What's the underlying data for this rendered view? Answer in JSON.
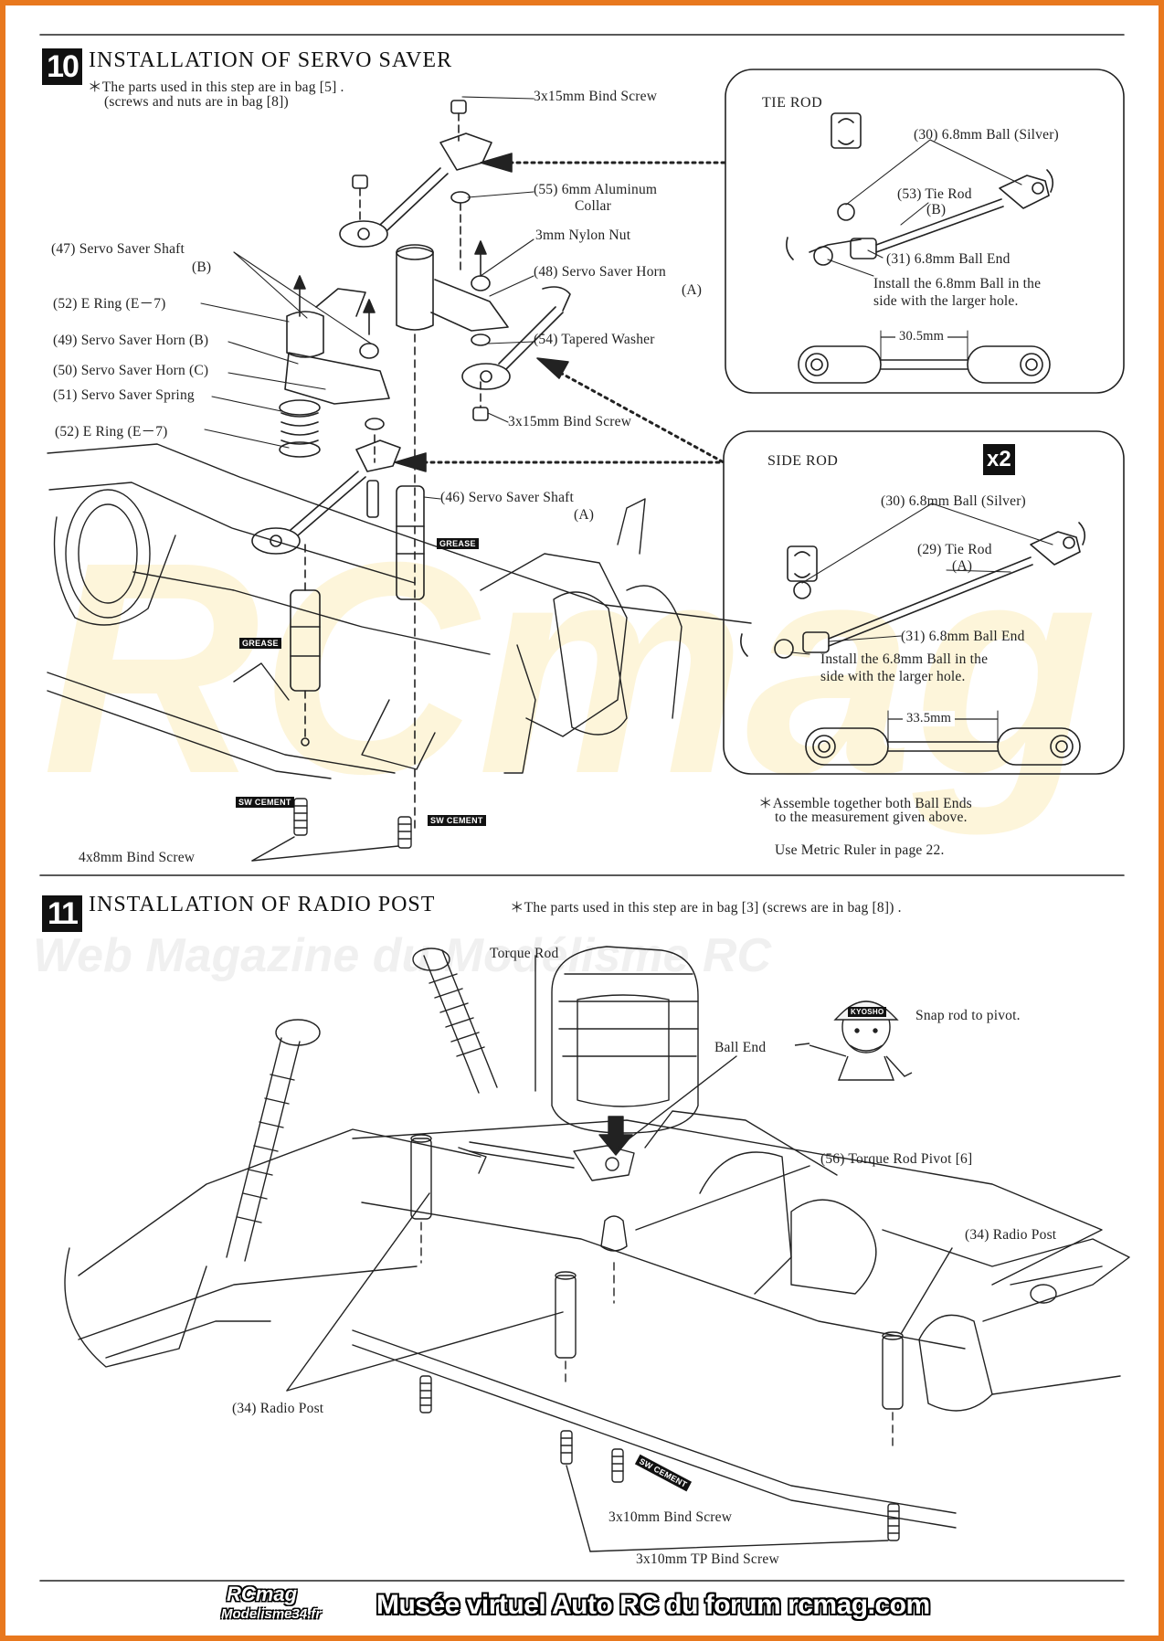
{
  "step10": {
    "number": "10",
    "title": "INSTALLATION OF SERVO SAVER",
    "note_line1": "＊The parts used in this step are in bag [5] .",
    "note_line2": "(screws and nuts are in bag [8])",
    "labels": {
      "bind_screw_top": "3x15mm Bind Screw",
      "aluminum_collar_1": "(55)  6mm Aluminum",
      "aluminum_collar_2": "Collar",
      "nylon_nut": "3mm Nylon Nut",
      "horn_a_1": "(48)  Servo Saver Horn",
      "horn_a_2": "(A)",
      "tapered_washer": "(54)  Tapered Washer",
      "bind_screw_mid": "3x15mm Bind Screw",
      "shaft_b_1": "(47)  Servo Saver Shaft",
      "shaft_b_2": "(B)",
      "e_ring_top": "(52)  E Ring  (E－7)",
      "horn_b": "(49)  Servo Saver Horn  (B)",
      "horn_c": "(50)  Servo Saver Horn  (C)",
      "spring": "(51)  Servo Saver Spring",
      "e_ring_bottom": "(52)  E Ring  (E－7)",
      "shaft_a_1": "(46)  Servo Saver Shaft",
      "shaft_a_2": "(A)",
      "bind_screw_bottom": "4x8mm Bind Screw",
      "grease_1": "GREASE",
      "grease_2": "GREASE",
      "cement_1": "SW CEMENT",
      "cement_2": "SW CEMENT"
    },
    "tie_rod": {
      "title": "TIE ROD",
      "ball": "(30)  6.8mm Ball  (Silver)",
      "rod_1": "(53)  Tie Rod",
      "rod_2": "(B)",
      "ball_end": "(31)  6.8mm Ball End",
      "install_1": "Install the 6.8mm Ball in the",
      "install_2": "side with the larger hole.",
      "measure": "30.5mm"
    },
    "side_rod": {
      "title": "SIDE ROD",
      "qty": "x2",
      "ball": "(30)  6.8mm Ball  (Silver)",
      "rod_1": "(29)  Tie Rod",
      "rod_2": "(A)",
      "ball_end": "(31)  6.8mm Ball End",
      "install_1": "Install the 6.8mm Ball in the",
      "install_2": "side with the larger hole.",
      "measure": "33.5mm"
    },
    "assemble_1": "＊Assemble together both Ball Ends",
    "assemble_2": "to the measurement given above.",
    "ruler_note": "Use Metric Ruler in page 22."
  },
  "step11": {
    "number": "11",
    "title": "INSTALLATION OF RADIO POST",
    "note": "＊The parts used in this step are in bag [3]  (screws are in bag [8]) .",
    "labels": {
      "torque_rod": "Torque Rod",
      "snap": "Snap rod to pivot.",
      "ball_end": "Ball End",
      "pivot": "(56)  Torque Rod Pivot  [6]",
      "radio_post_right": "(34)  Radio Post",
      "radio_post_left": "(34)  Radio Post",
      "bind_screw": "3x10mm Bind Screw",
      "tp_bind_screw": "3x10mm TP Bind Screw",
      "cement": "SW CEMENT",
      "mascot_cap": "KYOSHO"
    }
  },
  "watermark": {
    "logo": "RCmag",
    "tagline": "Web Magazine du Modélisme RC"
  },
  "footer": {
    "logo_1": "RCmag",
    "logo_2": "Modelisme34.fr",
    "text": "Musée virtuel Auto RC du forum rcmag.com"
  },
  "colors": {
    "frame": "#e8781e",
    "ink": "#222222",
    "watermark": "#f8e196"
  }
}
